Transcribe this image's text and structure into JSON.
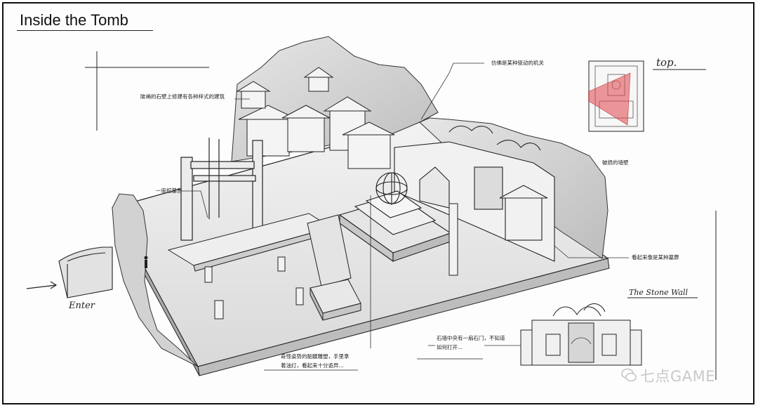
{
  "title": "Inside the Tomb",
  "labels": {
    "top": "top.",
    "enter": "Enter",
    "stone_wall": "The Stone Wall"
  },
  "notes": {
    "cliff_buildings": "陡峭的石壁上修建有各种样式的建筑",
    "mechanism": "仿佛是某种驱动的机关",
    "broken_wall": "破损的墙壁",
    "coffin": "一座棺墓告",
    "altar": "看起来像是某种墓葬",
    "stone_door_line1": "石墙中央有一扇石门，不知道",
    "stone_door_line2": "如何打开...",
    "lamp_line1": "奇怪姿势的骷髅雕塑，手里拿",
    "lamp_line2": "着油灯，看起来十分诡异..."
  },
  "watermark": "七点GAME",
  "colors": {
    "line": "#1a1a1a",
    "shade": "#cfcfcf",
    "floor": "#e9e9e9",
    "minimap_highlight": "#e0474c"
  }
}
